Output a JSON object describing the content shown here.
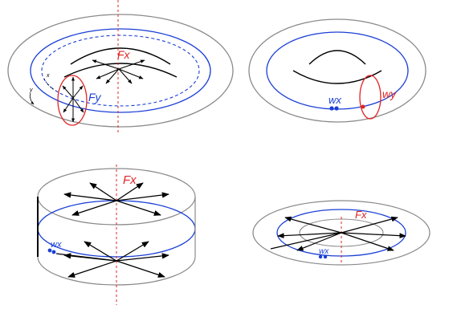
{
  "labels": {
    "fx_top": "Fx",
    "fy": "Fy",
    "axis_x_small": "x",
    "axis_y_small": "y",
    "wx_top": "wx",
    "wy": "wy",
    "fx_cyl": "Fx",
    "wx_cyl": "wx",
    "fx_flat": "Fx",
    "wx_flat": "wx"
  },
  "colors": {
    "red": "#e02424",
    "blue": "#1a3fd6",
    "gray": "#8a8a8a",
    "black": "#000000"
  }
}
